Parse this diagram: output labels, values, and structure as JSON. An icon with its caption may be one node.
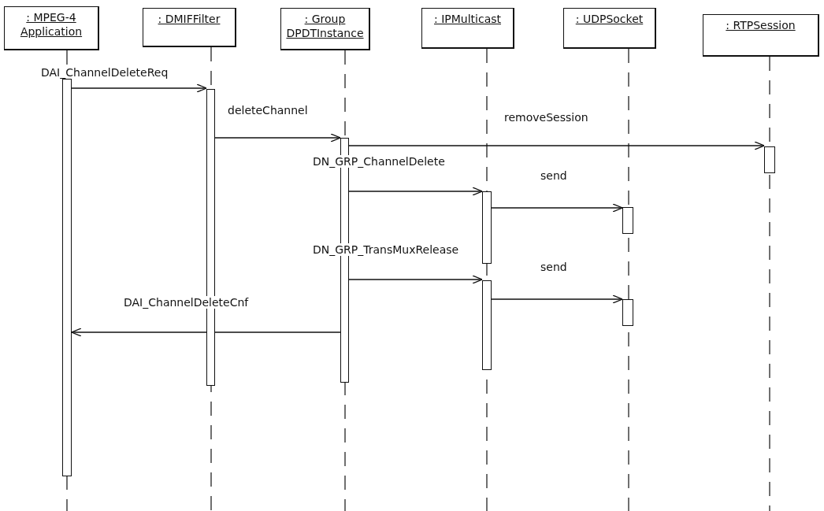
{
  "diagram": {
    "nodes": [
      {
        "text": [
          ": MPEG-4 Application"
        ]
      },
      {
        "text": [
          ": DMIFFilter"
        ]
      },
      {
        "text": [
          ": Group DPDTInstance"
        ]
      },
      {
        "text": [
          ": IPMulticast"
        ]
      },
      {
        "text": [
          ": UDPSocket"
        ]
      },
      {
        "text": [
          ": RTPSession"
        ]
      },
      {
        "text": [],
        "shape": "bar"
      },
      {
        "text": [],
        "shape": "bar"
      },
      {
        "text": [],
        "shape": "bar"
      },
      {
        "text": [],
        "shape": "bar"
      },
      {
        "text": [],
        "shape": "bar"
      },
      {
        "text": [],
        "shape": "bar"
      },
      {
        "text": [],
        "shape": "bar"
      },
      {
        "text": [],
        "shape": "bar"
      }
    ],
    "edges": [
      {
        "from": 6,
        "to": 7,
        "arrow": "to",
        "label": "DAI_ChannelDeleteReq"
      },
      {
        "from": 7,
        "to": 8,
        "arrow": "to",
        "label": "deleteChannel"
      },
      {
        "from": 8,
        "to": 13,
        "arrow": "to",
        "label": "removeSession"
      },
      {
        "from": 8,
        "to": 9,
        "arrow": "to",
        "label": "DN_GRP_ChannelDelete"
      },
      {
        "from": 9,
        "to": 11,
        "arrow": "to",
        "label": "send"
      },
      {
        "from": 8,
        "to": 10,
        "arrow": "to",
        "label": "DN_GRP_TransMuxRelease"
      },
      {
        "from": 10,
        "to": 12,
        "arrow": "to",
        "label": "send"
      },
      {
        "from": 8,
        "to": 6,
        "arrow": "to",
        "label": "DAI_ChannelDeleteCnf"
      }
    ]
  }
}
